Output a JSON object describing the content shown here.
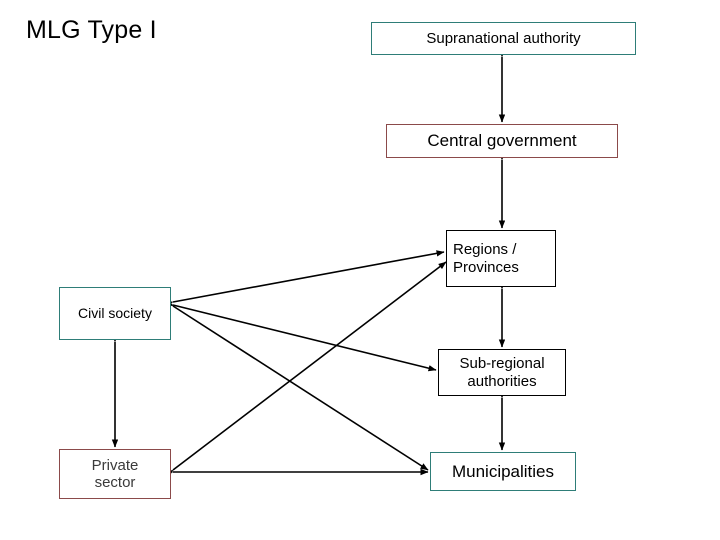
{
  "diagram": {
    "title": "MLG Type I",
    "nodes": [
      {
        "id": "supranational",
        "label": "Supranational authority"
      },
      {
        "id": "central",
        "label": "Central government"
      },
      {
        "id": "regions",
        "label": "Regions /\nProvinces"
      },
      {
        "id": "civil",
        "label": "Civil society"
      },
      {
        "id": "subregional",
        "label": "Sub-regional\nauthorities"
      },
      {
        "id": "private",
        "label": "Private\nsector"
      },
      {
        "id": "municipalities",
        "label": "Municipalities"
      }
    ],
    "colors": {
      "teal_border": "#2e7d78",
      "maroon_border": "#8b4a4a",
      "black_border": "#000000",
      "arrow": "#000000",
      "background": "#ffffff",
      "text": "#000000"
    },
    "connections": [
      {
        "from": "supranational",
        "to": "central",
        "style": "double-arrow-vertical"
      },
      {
        "from": "central",
        "to": "regions",
        "style": "double-arrow-vertical"
      },
      {
        "from": "regions",
        "to": "subregional",
        "style": "double-arrow-vertical"
      },
      {
        "from": "subregional",
        "to": "municipalities",
        "style": "double-arrow-vertical"
      },
      {
        "from": "civil",
        "to": "private",
        "style": "double-arrow-vertical"
      },
      {
        "from": "civil",
        "to": "regions",
        "style": "double-arrow-diagonal"
      },
      {
        "from": "civil",
        "to": "subregional",
        "style": "double-arrow-diagonal"
      },
      {
        "from": "civil",
        "to": "municipalities",
        "style": "double-arrow-diagonal"
      },
      {
        "from": "private",
        "to": "regions",
        "style": "double-arrow-diagonal"
      },
      {
        "from": "private",
        "to": "municipalities",
        "style": "double-arrow-diagonal"
      }
    ]
  }
}
